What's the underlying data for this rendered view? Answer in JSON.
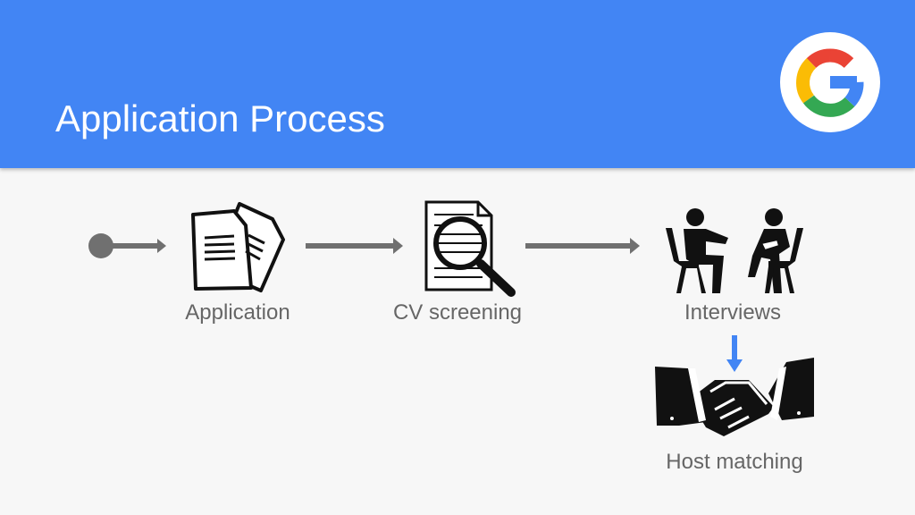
{
  "slide": {
    "title": "Application Process"
  },
  "logo": {
    "icon": "google-logo-icon"
  },
  "steps": [
    {
      "label": "Application",
      "icon": "documents-icon"
    },
    {
      "label": "CV screening",
      "icon": "magnifier-document-icon"
    },
    {
      "label": "Interviews",
      "icon": "interview-people-icon"
    },
    {
      "label": "Host matching",
      "icon": "handshake-icon"
    }
  ],
  "colors": {
    "header": "#4285f4",
    "background": "#f7f7f7",
    "arrow": "#707070",
    "down_arrow": "#4285f4",
    "label": "#666666"
  }
}
